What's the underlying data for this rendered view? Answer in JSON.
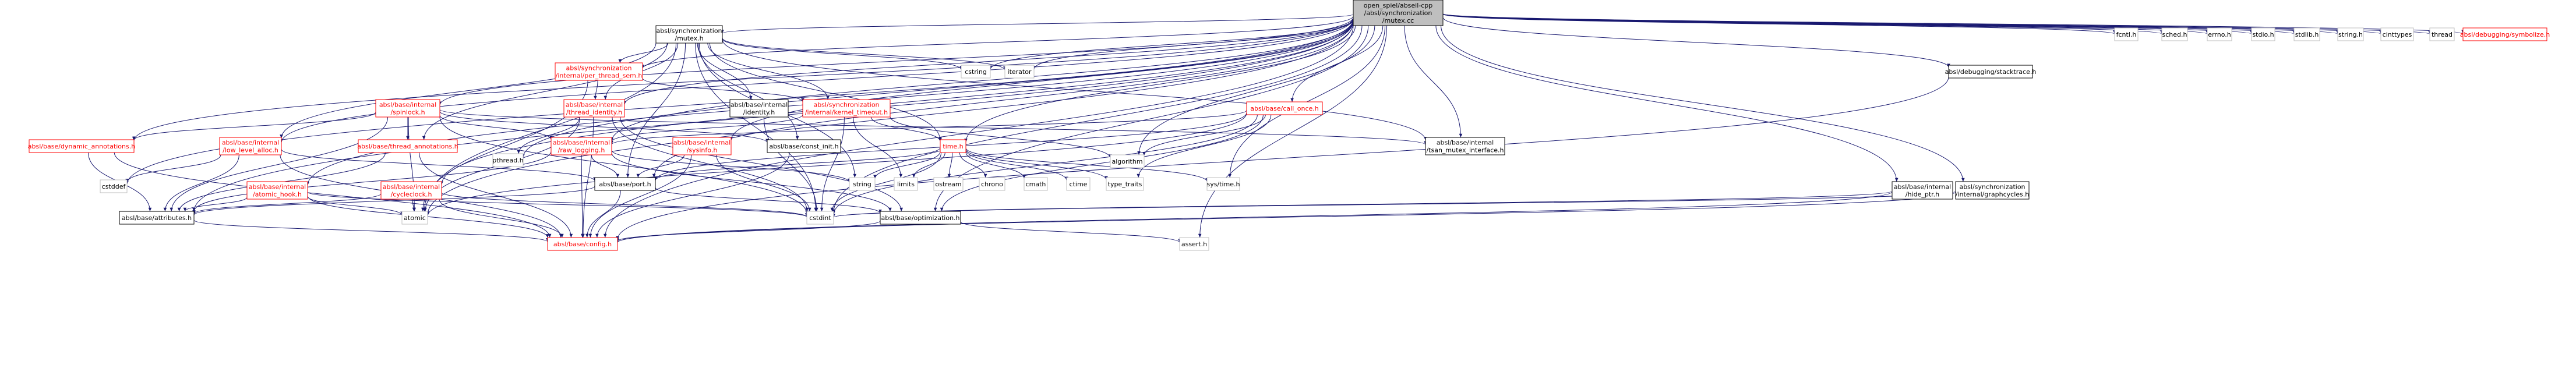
{
  "graph": {
    "colors": {
      "root_fill": "#bfbfbf",
      "node_fill": "#ffffff",
      "node_border": "#000000",
      "linked_border": "#bfbfbf",
      "truncated_border": "#ff0000",
      "truncated_text": "#ff0000",
      "edge": "#191970",
      "text": "#000000"
    },
    "nodes": [
      {
        "id": "root",
        "lines": [
          "open_spiel/abseil-cpp",
          "/absl/synchronization",
          "/mutex.cc"
        ],
        "kind": "root"
      },
      {
        "id": "mutex_h",
        "lines": [
          "absl/synchronization",
          "/mutex.h"
        ],
        "kind": "normal"
      },
      {
        "id": "per_thread_sem",
        "lines": [
          "absl/synchronization",
          "/internal/per_thread_sem.h"
        ],
        "kind": "truncated"
      },
      {
        "id": "kernel_timeout",
        "lines": [
          "absl/synchronization",
          "/internal/kernel_timeout.h"
        ],
        "kind": "truncated"
      },
      {
        "id": "thread_identity",
        "lines": [
          "absl/base/internal",
          "/thread_identity.h"
        ],
        "kind": "truncated"
      },
      {
        "id": "identity",
        "lines": [
          "absl/base/internal",
          "/identity.h"
        ],
        "kind": "normal"
      },
      {
        "id": "spinlock",
        "lines": [
          "absl/base/internal",
          "/spinlock.h"
        ],
        "kind": "truncated"
      },
      {
        "id": "low_level_alloc",
        "lines": [
          "absl/base/internal",
          "/low_level_alloc.h"
        ],
        "kind": "truncated"
      },
      {
        "id": "dynamic_annotations",
        "lines": [
          "absl/base/dynamic_annotations.h"
        ],
        "kind": "truncated"
      },
      {
        "id": "thread_annotations",
        "lines": [
          "absl/base/thread_annotations.h"
        ],
        "kind": "truncated"
      },
      {
        "id": "raw_logging",
        "lines": [
          "absl/base/internal",
          "/raw_logging.h"
        ],
        "kind": "truncated"
      },
      {
        "id": "sysinfo",
        "lines": [
          "absl/base/internal",
          "/sysinfo.h"
        ],
        "kind": "truncated"
      },
      {
        "id": "const_init",
        "lines": [
          "absl/base/const_init.h"
        ],
        "kind": "normal"
      },
      {
        "id": "tsan_mutex",
        "lines": [
          "absl/base/internal",
          "/tsan_mutex_interface.h"
        ],
        "kind": "normal"
      },
      {
        "id": "call_once",
        "lines": [
          "absl/base/call_once.h"
        ],
        "kind": "truncated"
      },
      {
        "id": "time_h",
        "lines": [
          "time.h"
        ],
        "kind": "truncated"
      },
      {
        "id": "atomic_hook",
        "lines": [
          "absl/base/internal",
          "/atomic_hook.h"
        ],
        "kind": "truncated"
      },
      {
        "id": "cycleclock",
        "lines": [
          "absl/base/internal",
          "/cycleclock.h"
        ],
        "kind": "truncated"
      },
      {
        "id": "port_h",
        "lines": [
          "absl/base/port.h"
        ],
        "kind": "normal"
      },
      {
        "id": "optimization",
        "lines": [
          "absl/base/optimization.h"
        ],
        "kind": "normal"
      },
      {
        "id": "attributes",
        "lines": [
          "absl/base/attributes.h"
        ],
        "kind": "normal"
      },
      {
        "id": "config",
        "lines": [
          "absl/base/config.h"
        ],
        "kind": "truncated"
      },
      {
        "id": "hide_ptr",
        "lines": [
          "absl/base/internal",
          "/hide_ptr.h"
        ],
        "kind": "normal"
      },
      {
        "id": "graphcycles",
        "lines": [
          "absl/synchronization",
          "/internal/graphcycles.h"
        ],
        "kind": "normal"
      },
      {
        "id": "stacktrace",
        "lines": [
          "absl/debugging/stacktrace.h"
        ],
        "kind": "normal"
      },
      {
        "id": "symbolize",
        "lines": [
          "absl/debugging/symbolize.h"
        ],
        "kind": "truncated"
      },
      {
        "id": "cstddef",
        "lines": [
          "cstddef"
        ],
        "kind": "linked"
      },
      {
        "id": "pthread",
        "lines": [
          "pthread.h"
        ],
        "kind": "linked"
      },
      {
        "id": "atomic",
        "lines": [
          "atomic"
        ],
        "kind": "linked"
      },
      {
        "id": "cstdint",
        "lines": [
          "cstdint"
        ],
        "kind": "linked"
      },
      {
        "id": "string",
        "lines": [
          "string"
        ],
        "kind": "linked"
      },
      {
        "id": "limits",
        "lines": [
          "limits"
        ],
        "kind": "linked"
      },
      {
        "id": "ostream",
        "lines": [
          "ostream"
        ],
        "kind": "linked"
      },
      {
        "id": "chrono",
        "lines": [
          "chrono"
        ],
        "kind": "linked"
      },
      {
        "id": "cmath",
        "lines": [
          "cmath"
        ],
        "kind": "linked"
      },
      {
        "id": "ctime",
        "lines": [
          "ctime"
        ],
        "kind": "linked"
      },
      {
        "id": "type_traits",
        "lines": [
          "type_traits"
        ],
        "kind": "linked"
      },
      {
        "id": "sys_time",
        "lines": [
          "sys/time.h"
        ],
        "kind": "linked"
      },
      {
        "id": "algorithm",
        "lines": [
          "algorithm"
        ],
        "kind": "linked"
      },
      {
        "id": "cstring",
        "lines": [
          "cstring"
        ],
        "kind": "linked"
      },
      {
        "id": "iterator",
        "lines": [
          "iterator"
        ],
        "kind": "linked"
      },
      {
        "id": "assert",
        "lines": [
          "assert.h"
        ],
        "kind": "linked"
      },
      {
        "id": "fcntl",
        "lines": [
          "fcntl.h"
        ],
        "kind": "linked"
      },
      {
        "id": "sched",
        "lines": [
          "sched.h"
        ],
        "kind": "linked"
      },
      {
        "id": "errno",
        "lines": [
          "errno.h"
        ],
        "kind": "linked"
      },
      {
        "id": "stdio",
        "lines": [
          "stdio.h"
        ],
        "kind": "linked"
      },
      {
        "id": "stdlib",
        "lines": [
          "stdlib.h"
        ],
        "kind": "linked"
      },
      {
        "id": "string_h",
        "lines": [
          "string.h"
        ],
        "kind": "linked"
      },
      {
        "id": "cinttypes",
        "lines": [
          "cinttypes"
        ],
        "kind": "linked"
      },
      {
        "id": "thread",
        "lines": [
          "thread"
        ],
        "kind": "linked"
      }
    ],
    "edges": [
      [
        "root",
        "mutex_h"
      ],
      [
        "root",
        "per_thread_sem"
      ],
      [
        "root",
        "thread_identity"
      ],
      [
        "root",
        "spinlock"
      ],
      [
        "root",
        "low_level_alloc"
      ],
      [
        "root",
        "dynamic_annotations"
      ],
      [
        "root",
        "raw_logging"
      ],
      [
        "root",
        "sysinfo"
      ],
      [
        "root",
        "atomic_hook"
      ],
      [
        "root",
        "cycleclock"
      ],
      [
        "root",
        "call_once"
      ],
      [
        "root",
        "tsan_mutex"
      ],
      [
        "root",
        "time_h"
      ],
      [
        "root",
        "hide_ptr"
      ],
      [
        "root",
        "graphcycles"
      ],
      [
        "root",
        "stacktrace"
      ],
      [
        "root",
        "symbolize"
      ],
      [
        "root",
        "cstddef"
      ],
      [
        "root",
        "pthread"
      ],
      [
        "root",
        "atomic"
      ],
      [
        "root",
        "cstdint"
      ],
      [
        "root",
        "cstring"
      ],
      [
        "root",
        "iterator"
      ],
      [
        "root",
        "algorithm"
      ],
      [
        "root",
        "assert"
      ],
      [
        "root",
        "fcntl"
      ],
      [
        "root",
        "sched"
      ],
      [
        "root",
        "errno"
      ],
      [
        "root",
        "stdio"
      ],
      [
        "root",
        "stdlib"
      ],
      [
        "root",
        "string_h"
      ],
      [
        "root",
        "cinttypes"
      ],
      [
        "root",
        "thread"
      ],
      [
        "root",
        "sys_time"
      ],
      [
        "root",
        "port_h"
      ],
      [
        "root",
        "config"
      ],
      [
        "root",
        "attributes"
      ],
      [
        "root",
        "optimization"
      ],
      [
        "mutex_h",
        "per_thread_sem"
      ],
      [
        "mutex_h",
        "kernel_timeout"
      ],
      [
        "mutex_h",
        "thread_identity"
      ],
      [
        "mutex_h",
        "identity"
      ],
      [
        "mutex_h",
        "low_level_alloc"
      ],
      [
        "mutex_h",
        "thread_annotations"
      ],
      [
        "mutex_h",
        "const_init"
      ],
      [
        "mutex_h",
        "tsan_mutex"
      ],
      [
        "mutex_h",
        "time_h"
      ],
      [
        "mutex_h",
        "port_h"
      ],
      [
        "mutex_h",
        "atomic"
      ],
      [
        "mutex_h",
        "cstdint"
      ],
      [
        "mutex_h",
        "string"
      ],
      [
        "mutex_h",
        "cstring"
      ],
      [
        "mutex_h",
        "iterator"
      ],
      [
        "per_thread_sem",
        "kernel_timeout"
      ],
      [
        "per_thread_sem",
        "thread_identity"
      ],
      [
        "per_thread_sem",
        "atomic"
      ],
      [
        "kernel_timeout",
        "raw_logging"
      ],
      [
        "kernel_timeout",
        "time_h"
      ],
      [
        "kernel_timeout",
        "algorithm"
      ],
      [
        "kernel_timeout",
        "limits"
      ],
      [
        "kernel_timeout",
        "cstdint"
      ],
      [
        "thread_identity",
        "pthread"
      ],
      [
        "thread_identity",
        "atomic"
      ],
      [
        "thread_identity",
        "cstdint"
      ],
      [
        "thread_identity",
        "config"
      ],
      [
        "thread_identity",
        "optimization"
      ],
      [
        "identity",
        "cstdint"
      ],
      [
        "spinlock",
        "dynamic_annotations"
      ],
      [
        "spinlock",
        "thread_annotations"
      ],
      [
        "spinlock",
        "raw_logging"
      ],
      [
        "spinlock",
        "const_init"
      ],
      [
        "spinlock",
        "tsan_mutex"
      ],
      [
        "spinlock",
        "attributes"
      ],
      [
        "spinlock",
        "atomic"
      ],
      [
        "spinlock",
        "cstdint"
      ],
      [
        "low_level_alloc",
        "cstddef"
      ],
      [
        "low_level_alloc",
        "attributes"
      ],
      [
        "low_level_alloc",
        "config"
      ],
      [
        "low_level_alloc",
        "port_h"
      ],
      [
        "dynamic_annotations",
        "attributes"
      ],
      [
        "dynamic_annotations",
        "config"
      ],
      [
        "thread_annotations",
        "attributes"
      ],
      [
        "thread_annotations",
        "config"
      ],
      [
        "raw_logging",
        "string"
      ],
      [
        "raw_logging",
        "attributes"
      ],
      [
        "raw_logging",
        "config"
      ],
      [
        "raw_logging",
        "optimization"
      ],
      [
        "raw_logging",
        "port_h"
      ],
      [
        "sysinfo",
        "cstdint"
      ],
      [
        "sysinfo",
        "port_h"
      ],
      [
        "sysinfo",
        "config"
      ],
      [
        "const_init",
        "config"
      ],
      [
        "call_once",
        "algorithm"
      ],
      [
        "call_once",
        "atomic"
      ],
      [
        "call_once",
        "cstdint"
      ],
      [
        "call_once",
        "type_traits"
      ],
      [
        "call_once",
        "port_h"
      ],
      [
        "call_once",
        "optimization"
      ],
      [
        "call_once",
        "raw_logging"
      ],
      [
        "time_h",
        "string"
      ],
      [
        "time_h",
        "limits"
      ],
      [
        "time_h",
        "ostream"
      ],
      [
        "time_h",
        "chrono"
      ],
      [
        "time_h",
        "cmath"
      ],
      [
        "time_h",
        "ctime"
      ],
      [
        "time_h",
        "type_traits"
      ],
      [
        "time_h",
        "sys_time"
      ],
      [
        "time_h",
        "cstdint"
      ],
      [
        "time_h",
        "port_h"
      ],
      [
        "atomic_hook",
        "atomic"
      ],
      [
        "atomic_hook",
        "cstdint"
      ],
      [
        "atomic_hook",
        "attributes"
      ],
      [
        "atomic_hook",
        "config"
      ],
      [
        "cycleclock",
        "cstdint"
      ],
      [
        "cycleclock",
        "atomic"
      ],
      [
        "cycleclock",
        "attributes"
      ],
      [
        "cycleclock",
        "config"
      ],
      [
        "port_h",
        "attributes"
      ],
      [
        "port_h",
        "config"
      ],
      [
        "port_h",
        "optimization"
      ],
      [
        "optimization",
        "assert"
      ],
      [
        "optimization",
        "config"
      ],
      [
        "attributes",
        "config"
      ],
      [
        "hide_ptr",
        "cstdint"
      ],
      [
        "hide_ptr",
        "config"
      ],
      [
        "graphcycles",
        "cstdint"
      ],
      [
        "graphcycles",
        "config"
      ],
      [
        "stacktrace",
        "config"
      ]
    ]
  }
}
